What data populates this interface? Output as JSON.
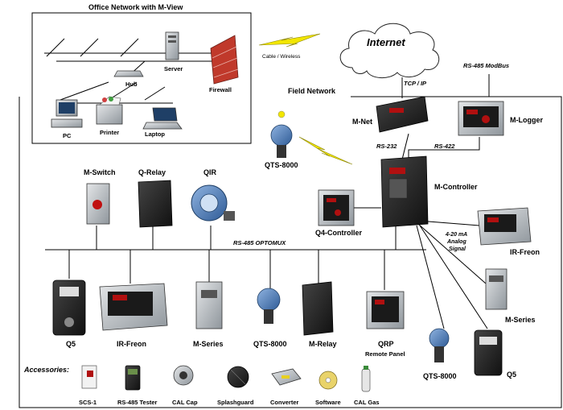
{
  "regions": {
    "office_title": "Office Network with M-View",
    "field_title": "Field Network",
    "internet": "Internet"
  },
  "links": {
    "cable_wireless": "Cable / Wireless",
    "tcp_ip": "TCP / IP",
    "rs485_modbus": "RS-485 ModBus",
    "rs232": "RS-232",
    "rs422": "RS-422",
    "rs485_optomux": "RS-485 OPTOMUX",
    "analog_1": "4-20 mA",
    "analog_2": "Analog",
    "analog_3": "Signal"
  },
  "office_devices": {
    "server": "Server",
    "firewall": "Firewall",
    "hub": "Hub",
    "pc": "PC",
    "printer": "Printer",
    "laptop": "Laptop"
  },
  "field_devices": {
    "m_net": "M-Net",
    "m_logger": "M-Logger",
    "qts_8000_top": "QTS-8000",
    "m_controller": "M-Controller",
    "m_switch": "M-Switch",
    "q_relay": "Q-Relay",
    "qir": "QIR",
    "q4_controller": "Q4-Controller",
    "ir_freon_right": "IR-Freon",
    "m_series_right": "M-Series",
    "q5_left": "Q5",
    "ir_freon_bottom": "IR-Freon",
    "m_series_bottom": "M-Series",
    "qts_8000_mid": "QTS-8000",
    "m_relay": "M-Relay",
    "qrp": "QRP",
    "remote_panel": "Remote Panel",
    "qts_8000_right": "QTS-8000",
    "q5_right": "Q5"
  },
  "accessories": {
    "heading": "Accessories:",
    "items": [
      "SCS-1",
      "RS-485 Tester",
      "CAL Cap",
      "Splashguard",
      "Converter",
      "Software",
      "CAL Gas"
    ]
  },
  "colors": {
    "device_red": "#b01010",
    "device_dark": "#1a1a1a",
    "device_gray": "#9aa0a6",
    "link_yellow": "#f2e600",
    "firewall_brick": "#c0392b",
    "qir_blue": "#4a78b5"
  }
}
